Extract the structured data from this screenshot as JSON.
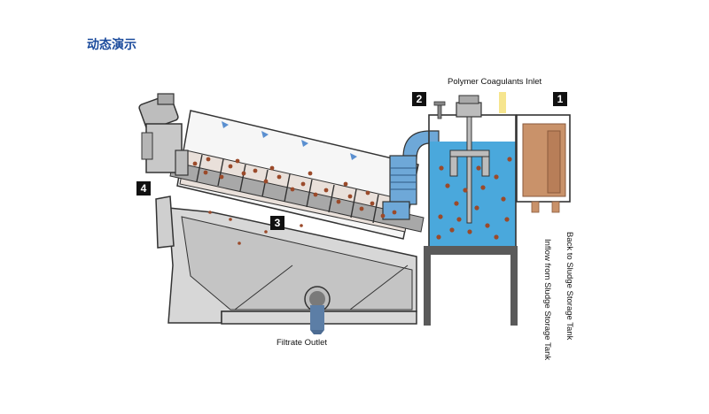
{
  "page": {
    "title": "动态演示"
  },
  "labels": {
    "polymer_inlet": "Polymer Coagulants Inlet",
    "filtrate_outlet": "Filtrate Outlet",
    "back_to_tank": "Back to Sludge Storage Tank",
    "inflow_from_tank": "Inflow from Sludge Storage Tank"
  },
  "badges": {
    "b1": "1",
    "b2": "2",
    "b3": "3",
    "b4": "4"
  },
  "colors": {
    "water": "#4aa8dc",
    "pipe": "#6ea8d8",
    "sludge": "#9b4a2a",
    "tank_box": "#c9926a",
    "body_gray": "#d7d7d7",
    "outline": "#333333",
    "inlet_glow": "#f5e07a"
  }
}
